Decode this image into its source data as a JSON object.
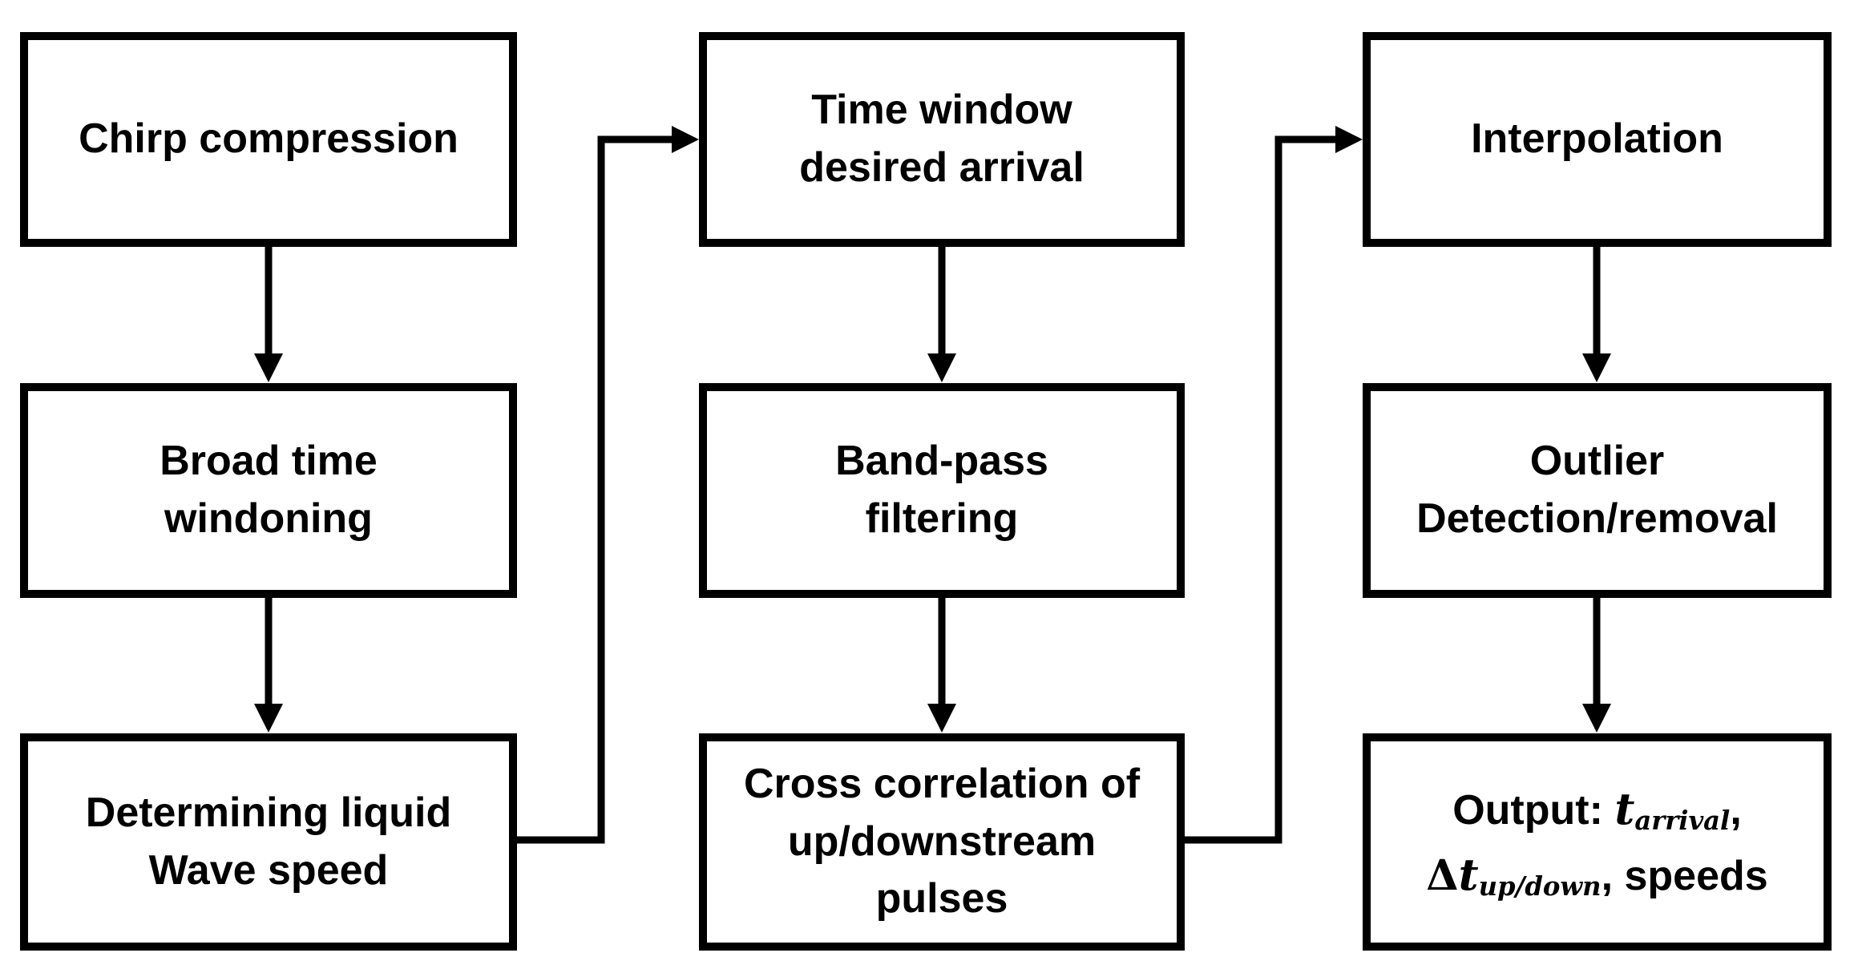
{
  "diagram": {
    "background_color": "#ffffff",
    "line_color": "#000000",
    "nodes": [
      {
        "id": "chirp-compression",
        "label": "Chirp compression"
      },
      {
        "id": "broad-time-windoning",
        "label": "Broad time\nwindoning"
      },
      {
        "id": "determining-liquid-wave-speed",
        "label": "Determining liquid\nWave speed"
      },
      {
        "id": "time-window-desired-arrival",
        "label": "Time window\ndesired arrival"
      },
      {
        "id": "band-pass-filtering",
        "label": "Band-pass\nfiltering"
      },
      {
        "id": "cross-correlation-pulses",
        "label": "Cross correlation of\nup/downstream\npulses"
      },
      {
        "id": "interpolation",
        "label": "Interpolation"
      },
      {
        "id": "outlier-detection-removal",
        "label": "Outlier\nDetection/removal"
      },
      {
        "id": "output",
        "parts": {
          "prefix": "Output: ",
          "t1": "t",
          "sub1": "arrival",
          "comma1": ",",
          "delta": "Δ",
          "t2": "t",
          "sub2": "up/down",
          "comma2": ", ",
          "suffix": "speeds"
        }
      }
    ],
    "edges": [
      {
        "from": "chirp-compression",
        "to": "broad-time-windoning",
        "style": "straight-down"
      },
      {
        "from": "broad-time-windoning",
        "to": "determining-liquid-wave-speed",
        "style": "straight-down"
      },
      {
        "from": "determining-liquid-wave-speed",
        "to": "time-window-desired-arrival",
        "style": "elbow-right-up-right"
      },
      {
        "from": "time-window-desired-arrival",
        "to": "band-pass-filtering",
        "style": "straight-down"
      },
      {
        "from": "band-pass-filtering",
        "to": "cross-correlation-pulses",
        "style": "straight-down"
      },
      {
        "from": "cross-correlation-pulses",
        "to": "interpolation",
        "style": "elbow-right-up-right"
      },
      {
        "from": "interpolation",
        "to": "outlier-detection-removal",
        "style": "straight-down"
      },
      {
        "from": "outlier-detection-removal",
        "to": "output",
        "style": "straight-down"
      }
    ]
  }
}
